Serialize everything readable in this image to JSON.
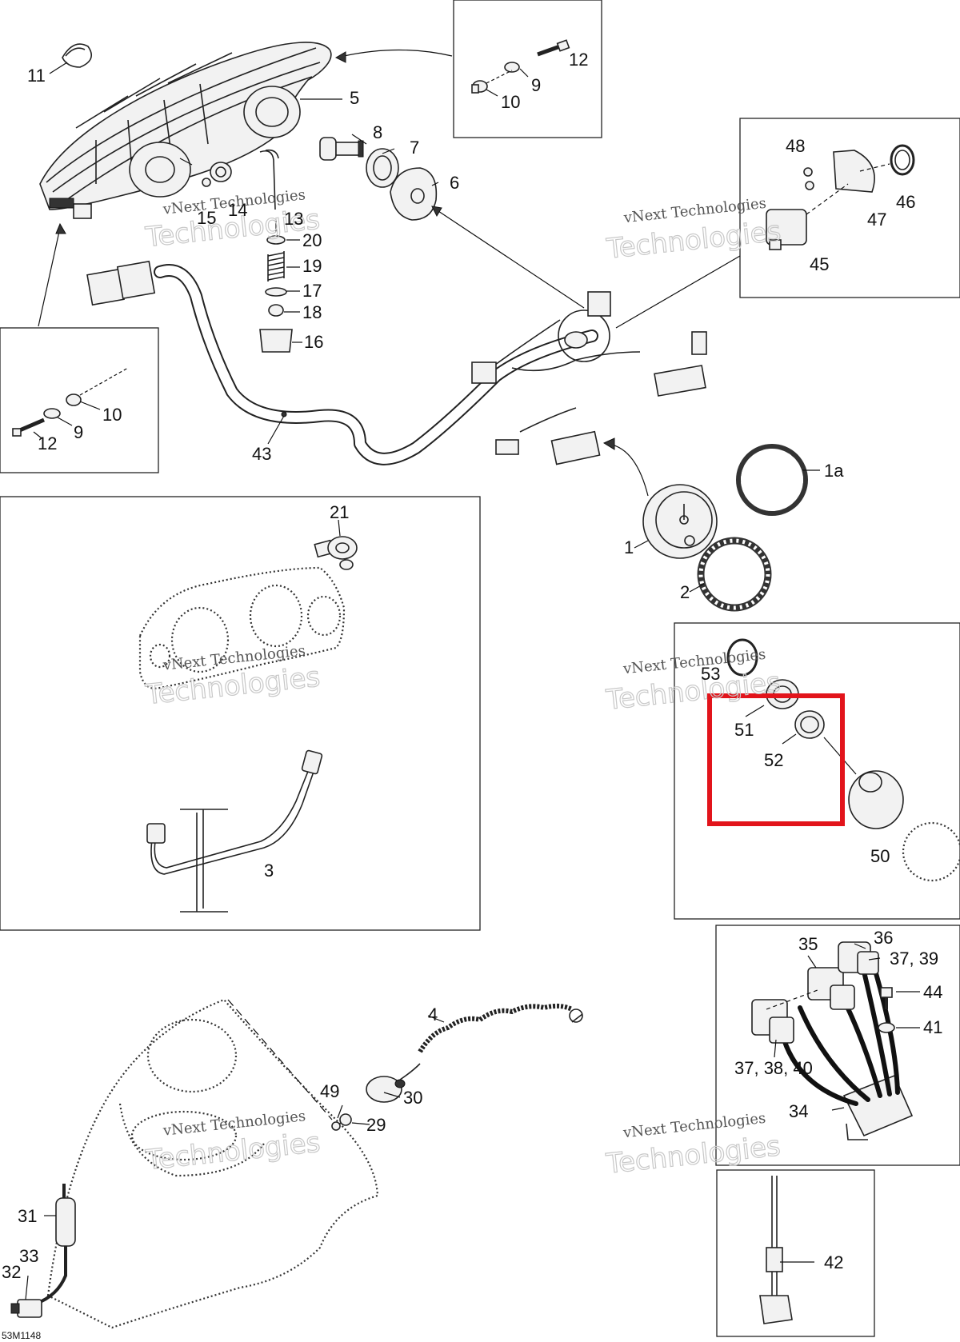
{
  "diagram": {
    "reference_code": "53M1148",
    "watermark": {
      "line1": "vNext Technologies",
      "line2": "Technologies"
    },
    "highlight_color": "#e2141b",
    "callouts": [
      {
        "id": "c11",
        "label": "11"
      },
      {
        "id": "c5",
        "label": "5"
      },
      {
        "id": "c8",
        "label": "8"
      },
      {
        "id": "c7",
        "label": "7"
      },
      {
        "id": "c6",
        "label": "6"
      },
      {
        "id": "c14",
        "label": "14"
      },
      {
        "id": "c15",
        "label": "15"
      },
      {
        "id": "c13",
        "label": "13"
      },
      {
        "id": "c20",
        "label": "20"
      },
      {
        "id": "c19",
        "label": "19"
      },
      {
        "id": "c17",
        "label": "17"
      },
      {
        "id": "c18",
        "label": "18"
      },
      {
        "id": "c16",
        "label": "16"
      },
      {
        "id": "c12a",
        "label": "12"
      },
      {
        "id": "c9a",
        "label": "9"
      },
      {
        "id": "c10a",
        "label": "10"
      },
      {
        "id": "c48",
        "label": "48"
      },
      {
        "id": "c46",
        "label": "46"
      },
      {
        "id": "c47",
        "label": "47"
      },
      {
        "id": "c45",
        "label": "45"
      },
      {
        "id": "c10b",
        "label": "10"
      },
      {
        "id": "c9b",
        "label": "9"
      },
      {
        "id": "c12b",
        "label": "12"
      },
      {
        "id": "c43",
        "label": "43"
      },
      {
        "id": "c1a",
        "label": "1a"
      },
      {
        "id": "c1",
        "label": "1"
      },
      {
        "id": "c2",
        "label": "2"
      },
      {
        "id": "c21",
        "label": "21"
      },
      {
        "id": "c3",
        "label": "3"
      },
      {
        "id": "c53",
        "label": "53"
      },
      {
        "id": "c51",
        "label": "51"
      },
      {
        "id": "c52",
        "label": "52"
      },
      {
        "id": "c50",
        "label": "50"
      },
      {
        "id": "c36",
        "label": "36"
      },
      {
        "id": "c35",
        "label": "35"
      },
      {
        "id": "c3739",
        "label": "37, 39"
      },
      {
        "id": "c44",
        "label": "44"
      },
      {
        "id": "c41",
        "label": "41"
      },
      {
        "id": "c373840",
        "label": "37, 38, 40"
      },
      {
        "id": "c34",
        "label": "34"
      },
      {
        "id": "c4",
        "label": "4"
      },
      {
        "id": "c49",
        "label": "49"
      },
      {
        "id": "c30",
        "label": "30"
      },
      {
        "id": "c29",
        "label": "29"
      },
      {
        "id": "c31",
        "label": "31"
      },
      {
        "id": "c33",
        "label": "33"
      },
      {
        "id": "c32",
        "label": "32"
      },
      {
        "id": "c42",
        "label": "42"
      }
    ]
  }
}
